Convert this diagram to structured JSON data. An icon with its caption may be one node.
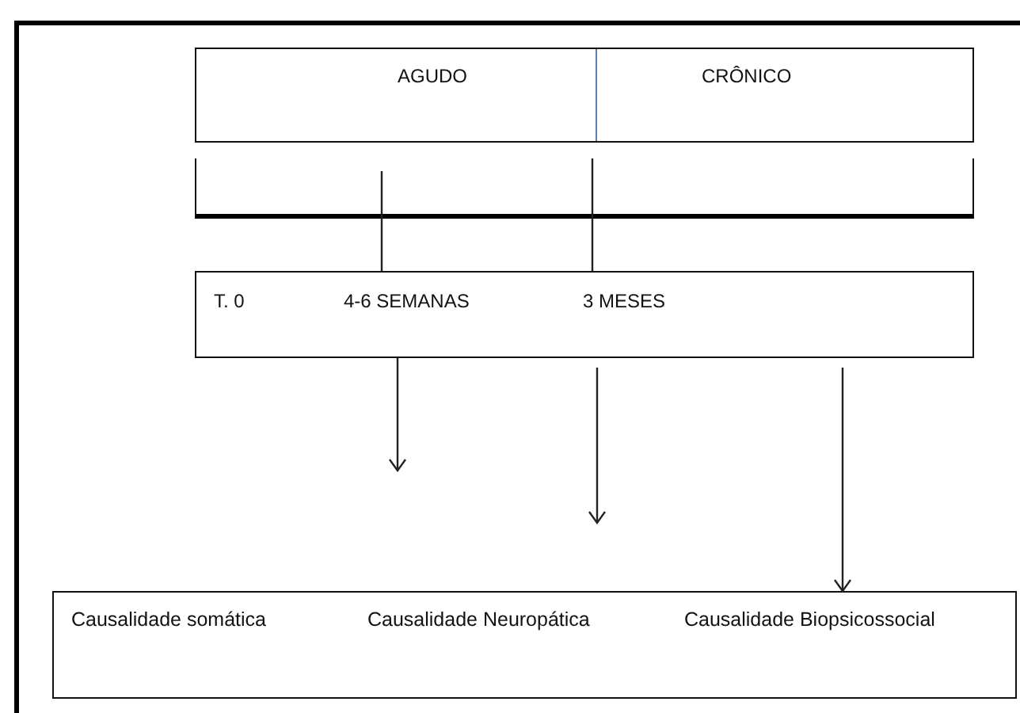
{
  "diagram": {
    "nodes": [
      {
        "text": [
          "AGUDO",
          "CRÔNICO"
        ]
      },
      {
        "text": [],
        "shape": "bar"
      },
      {
        "text": [
          "T. 0",
          "4-6 SEMANAS",
          "3 MESES"
        ]
      },
      {
        "text": [
          "Causalidade somática",
          "Causalidade Neuropática",
          "Causalidade Biopsicossocial"
        ]
      }
    ],
    "edges": [
      {
        "from": 1,
        "to": 2,
        "arrow": "none"
      },
      {
        "from": 1,
        "to": 2,
        "arrow": "none"
      },
      {
        "from": 2,
        "to": null,
        "arrow": "to"
      },
      {
        "from": 2,
        "to": null,
        "arrow": "to"
      },
      {
        "from": 2,
        "to": 3,
        "arrow": "to"
      }
    ]
  }
}
